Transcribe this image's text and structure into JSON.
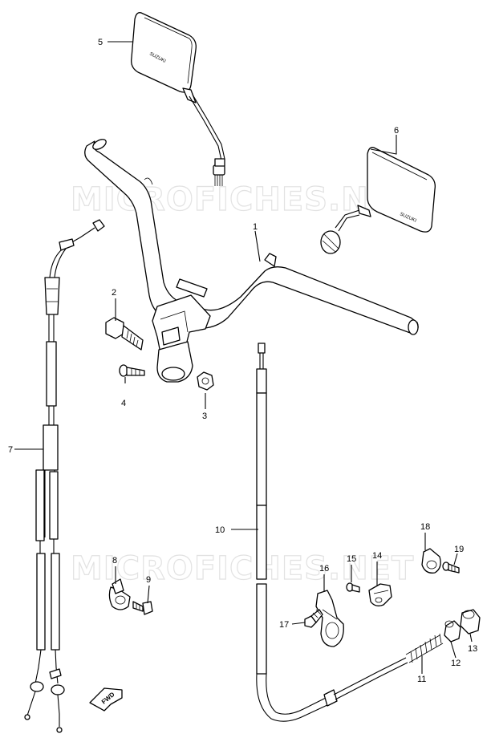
{
  "watermark": {
    "text": "MICROFICHES.NET"
  },
  "mirror_stamp": "SUZUKI",
  "direction_marker": "FWD",
  "callouts": [
    {
      "id": "1"
    },
    {
      "id": "2"
    },
    {
      "id": "3"
    },
    {
      "id": "4"
    },
    {
      "id": "5"
    },
    {
      "id": "6"
    },
    {
      "id": "7"
    },
    {
      "id": "8"
    },
    {
      "id": "9"
    },
    {
      "id": "10"
    },
    {
      "id": "11"
    },
    {
      "id": "12"
    },
    {
      "id": "13"
    },
    {
      "id": "14"
    },
    {
      "id": "15"
    },
    {
      "id": "16"
    },
    {
      "id": "17"
    },
    {
      "id": "18"
    },
    {
      "id": "19"
    }
  ]
}
